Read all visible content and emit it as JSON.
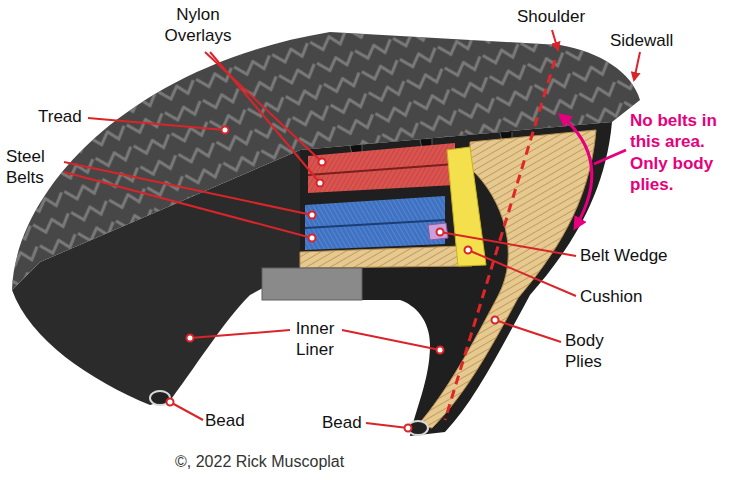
{
  "diagram": {
    "labels": [
      "Nylon Overlays",
      "Shoulder",
      "Sidewall",
      "Tread",
      "Steel Belts",
      "No belts in this area. Only body plies.",
      "Belt Wedge",
      "Cushion",
      "Inner Liner",
      "Body Plies",
      "Bead",
      "Bead",
      "©, 2022 Rick Muscoplat"
    ]
  }
}
